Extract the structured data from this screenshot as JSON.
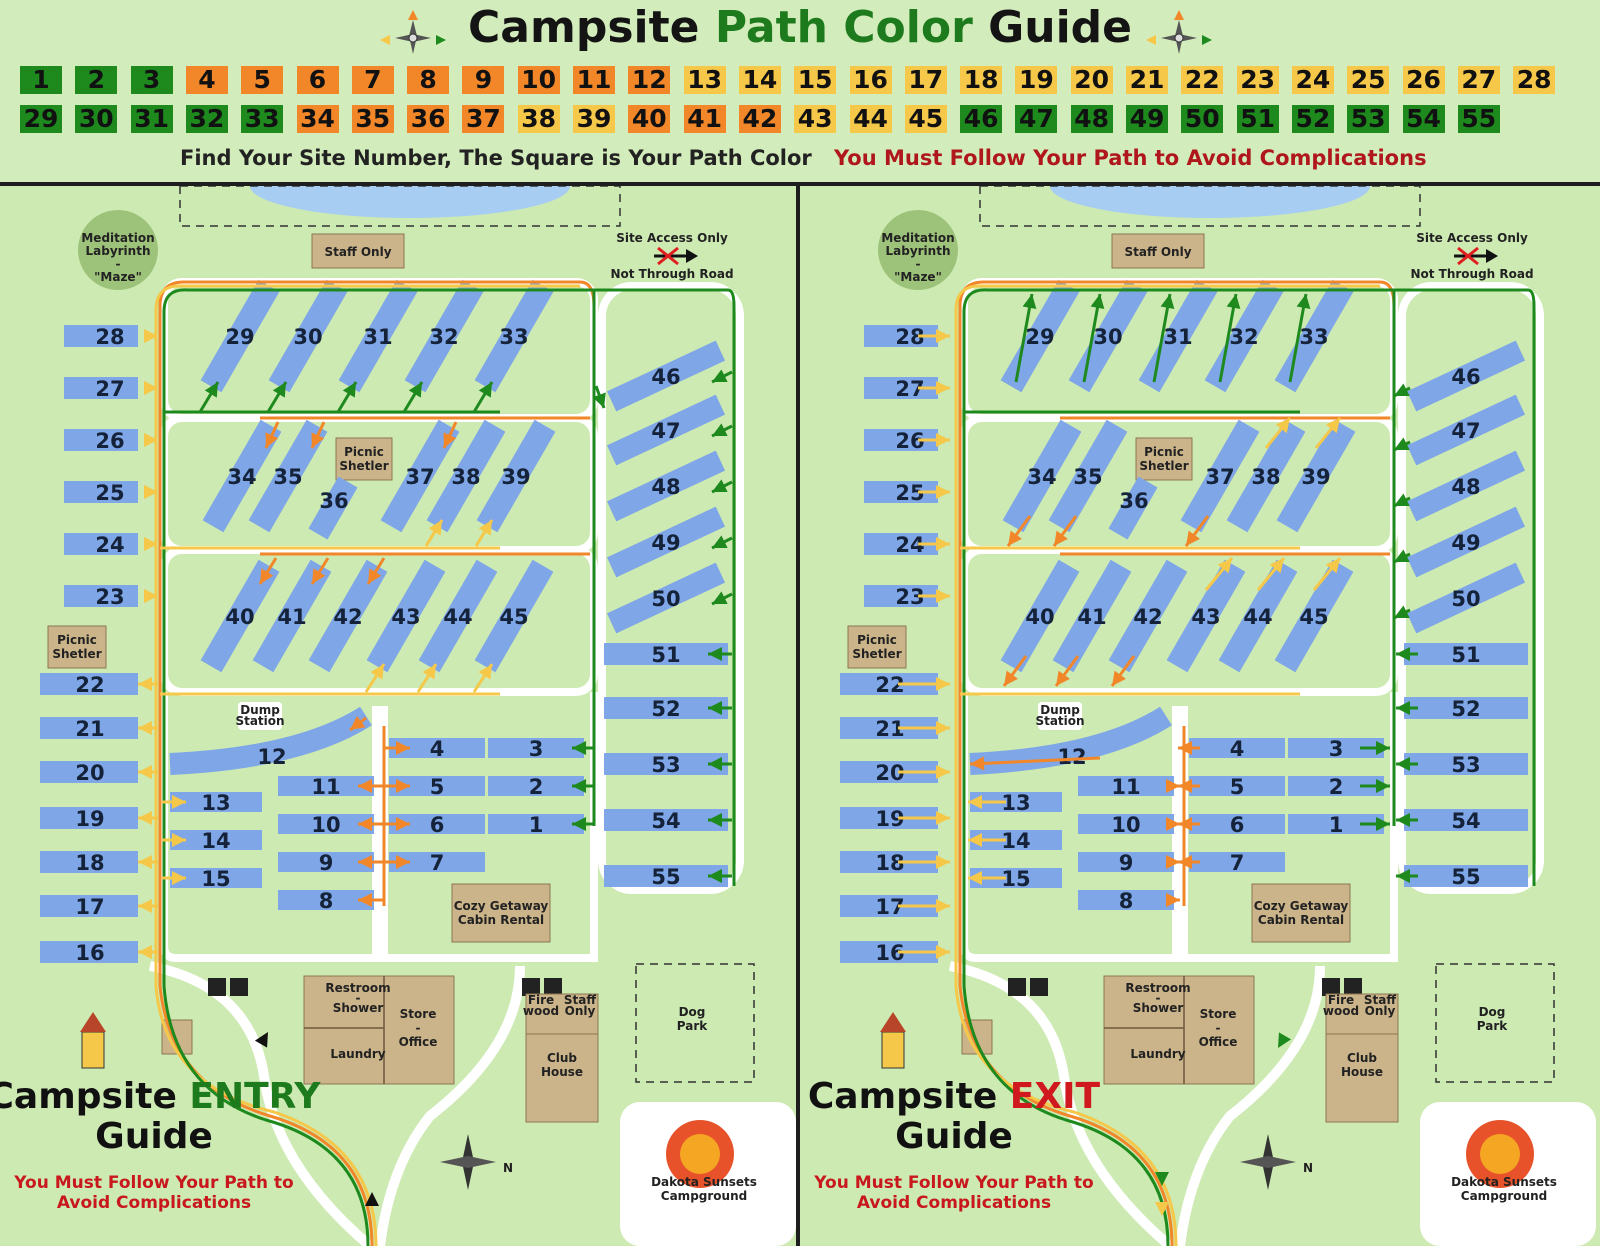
{
  "header": {
    "title_1": "Campsite",
    "title_2": "Path Color",
    "title_3": "Guide",
    "find_text": "Find Your Site Number, The Square is Your Path Color",
    "must_text": "You Must Follow Your Path to Avoid Complications"
  },
  "path_colors": {
    "green": "#1e8a1e",
    "orange": "#f2872a",
    "yellow": "#f5c84a"
  },
  "site_colors": {
    "1": "green",
    "2": "green",
    "3": "green",
    "4": "orange",
    "5": "orange",
    "6": "orange",
    "7": "orange",
    "8": "orange",
    "9": "orange",
    "10": "orange",
    "11": "orange",
    "12": "orange",
    "13": "yellow",
    "14": "yellow",
    "15": "yellow",
    "16": "yellow",
    "17": "yellow",
    "18": "yellow",
    "19": "yellow",
    "20": "yellow",
    "21": "yellow",
    "22": "yellow",
    "23": "yellow",
    "24": "yellow",
    "25": "yellow",
    "26": "yellow",
    "27": "yellow",
    "28": "yellow",
    "29": "green",
    "30": "green",
    "31": "green",
    "32": "green",
    "33": "green",
    "34": "orange",
    "35": "orange",
    "36": "orange",
    "37": "orange",
    "38": "yellow",
    "39": "yellow",
    "40": "orange",
    "41": "orange",
    "42": "orange",
    "43": "yellow",
    "44": "yellow",
    "45": "yellow",
    "46": "green",
    "47": "green",
    "48": "green",
    "49": "green",
    "50": "green",
    "51": "green",
    "52": "green",
    "53": "green",
    "54": "green",
    "55": "green"
  },
  "labels": {
    "meditation": [
      "Meditation",
      "Labyrinth",
      "-",
      "\"Maze\""
    ],
    "staff_only": "Staff Only",
    "site_access": "Site Access Only",
    "not_through": "Not Through Road",
    "picnic": [
      "Picnic",
      "Shetler"
    ],
    "dump": [
      "Dump",
      "Station"
    ],
    "cabin": [
      "Cozy Getaway",
      "Cabin Rental"
    ],
    "restroom": [
      "Restroom",
      "-",
      "Shower"
    ],
    "laundry": "Laundry",
    "store": [
      "Store",
      "-",
      "Office"
    ],
    "firewood": [
      "Fire",
      "wood"
    ],
    "staff_small": [
      "Staff",
      "Only"
    ],
    "club": [
      "Club",
      "House"
    ],
    "dog": [
      "Dog",
      "Park"
    ],
    "north": "N",
    "logo_1": "Dakota Sunsets",
    "logo_2": "Campground"
  },
  "entry": {
    "t1": "Campsite",
    "t2": "ENTRY",
    "t3": "Guide",
    "w1": "You Must Follow Your Path to",
    "w2": "Avoid Complications"
  },
  "exit": {
    "t1": "Campsite",
    "t2": "EXIT",
    "t3": "Guide",
    "w1": "You Must Follow Your Path to",
    "w2": "Avoid Complications"
  }
}
